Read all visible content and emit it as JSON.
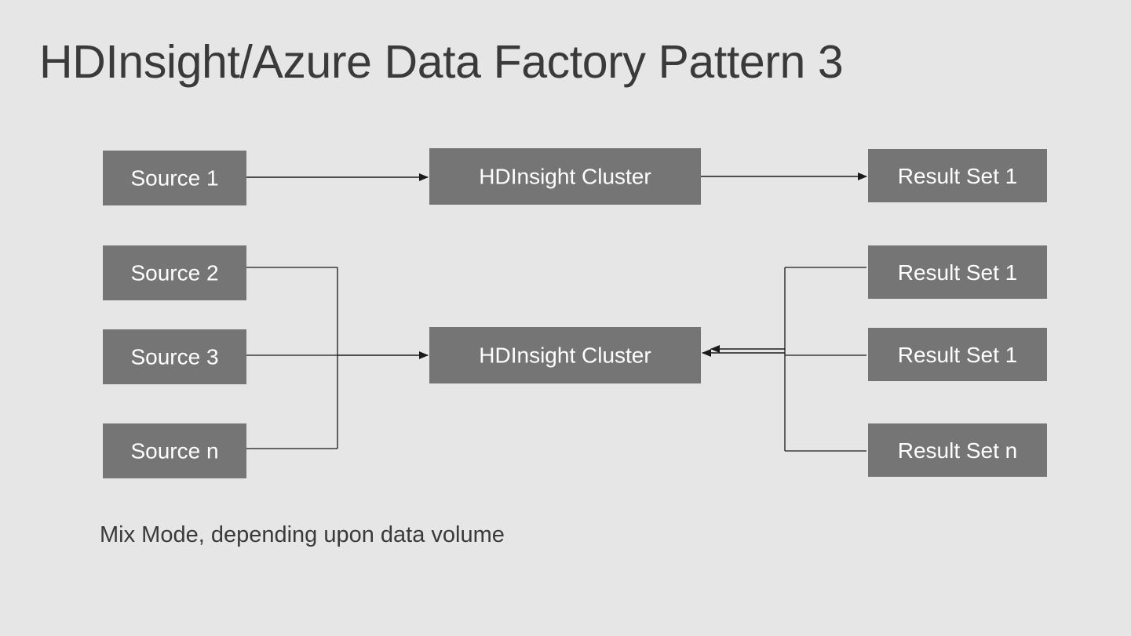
{
  "slide": {
    "title": "HDInsight/Azure Data Factory Pattern 3",
    "caption": "Mix Mode, depending upon data volume",
    "background_color": "#e6e6e6",
    "node_color": "#757575",
    "node_text_color": "#ffffff",
    "title_text_color": "#3a3a3a",
    "connector_color": "#1a1a1a"
  },
  "pattern_a": {
    "source": "Source 1",
    "processor": "HDInsight Cluster",
    "result": "Result Set 1"
  },
  "pattern_b": {
    "sources": [
      "Source 2",
      "Source 3",
      "Source n"
    ],
    "processor": "HDInsight Cluster",
    "results": [
      "Result Set 1",
      "Result Set 1",
      "Result Set n"
    ]
  }
}
